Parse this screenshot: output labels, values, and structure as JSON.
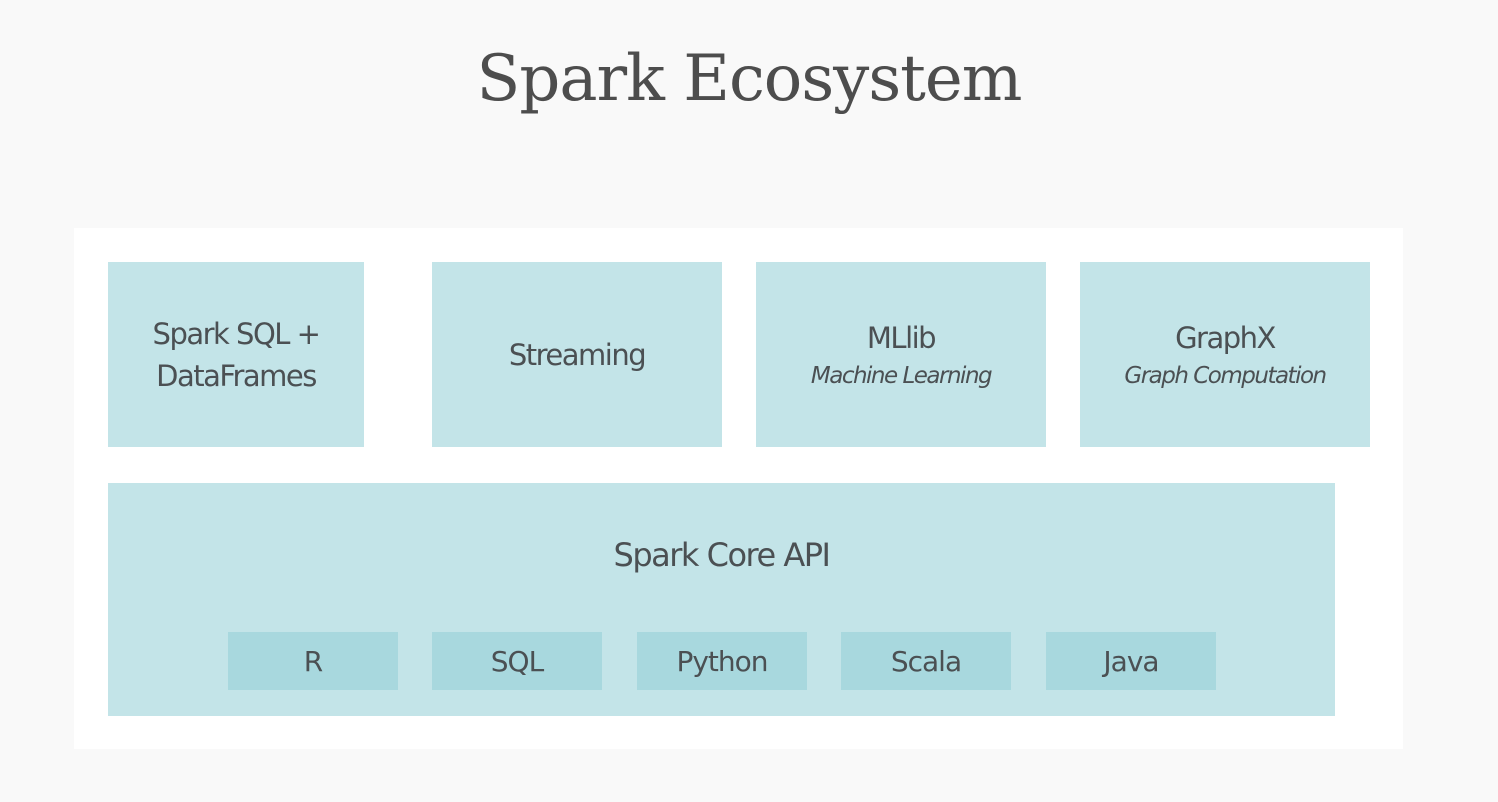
{
  "title": "Spark Ecosystem",
  "components": [
    {
      "name": "Spark SQL +",
      "name_line2": "DataFrames",
      "subtitle": ""
    },
    {
      "name": "Streaming",
      "subtitle": ""
    },
    {
      "name": "MLlib",
      "subtitle": "Machine Learning"
    },
    {
      "name": "GraphX",
      "subtitle": "Graph Computation"
    }
  ],
  "core": {
    "title": "Spark Core API",
    "languages": [
      "R",
      "SQL",
      "Python",
      "Scala",
      "Java"
    ]
  },
  "colors": {
    "background": "#f9f9f9",
    "panel": "#ffffff",
    "box": "#c3e4e8",
    "chip": "#a8d8de",
    "text": "#4b5053"
  }
}
